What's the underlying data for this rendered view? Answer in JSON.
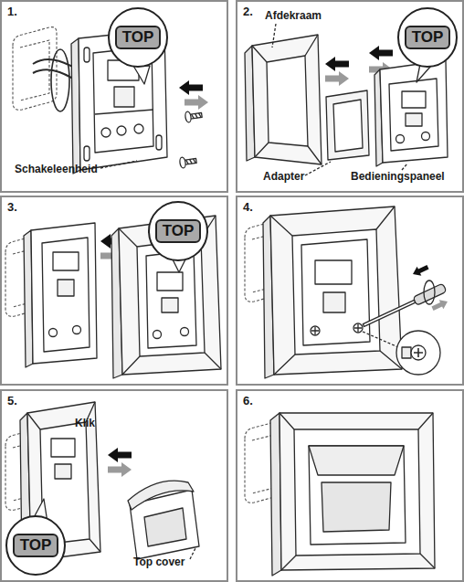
{
  "diagram": {
    "nodes": [
      {
        "text": [
          "1."
        ]
      },
      {
        "text": [
          "TOP"
        ],
        "in": 0
      },
      {
        "text": [
          "2."
        ]
      },
      {
        "text": [
          "TOP"
        ],
        "in": 2
      },
      {
        "text": [
          "3."
        ]
      },
      {
        "text": [
          "TOP"
        ],
        "in": 4
      },
      {
        "text": [
          "4."
        ]
      },
      {
        "text": [
          "5."
        ]
      },
      {
        "text": [
          "TOP"
        ],
        "in": 7
      },
      {
        "text": [
          "6."
        ]
      }
    ],
    "labels": [
      "Schakeleenheid",
      "Afdekraam",
      "Adapter",
      "Bedieningspaneel",
      "Klik",
      "Top cover"
    ]
  }
}
